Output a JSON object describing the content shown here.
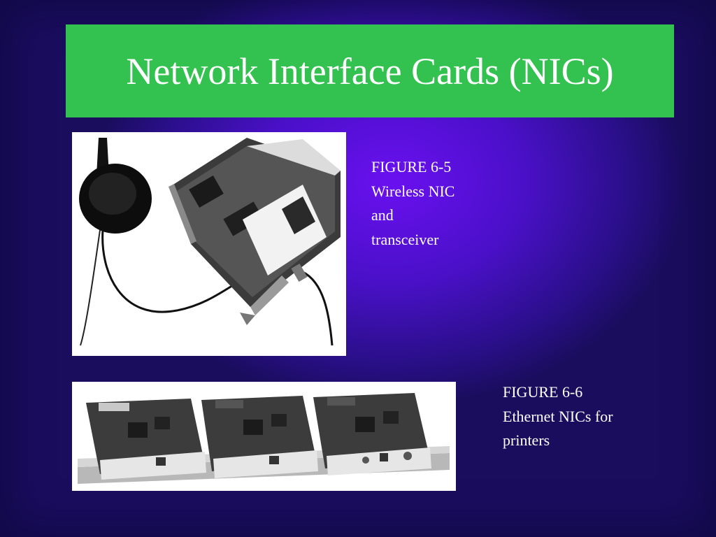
{
  "slide": {
    "title": "Network Interface Cards (NICs)"
  },
  "figures": [
    {
      "image": "wireless-nic-with-antenna-photo",
      "caption_lines": [
        "FIGURE 6-5",
        "Wireless NIC",
        "and",
        "transceiver"
      ]
    },
    {
      "image": "ethernet-printer-nic-cards-photo",
      "caption_lines": [
        "FIGURE 6-6",
        "Ethernet NICs for",
        "printers"
      ]
    }
  ],
  "colors": {
    "title_background": "#33c24f",
    "background": "#4a10c8",
    "text": "#ffffff"
  }
}
